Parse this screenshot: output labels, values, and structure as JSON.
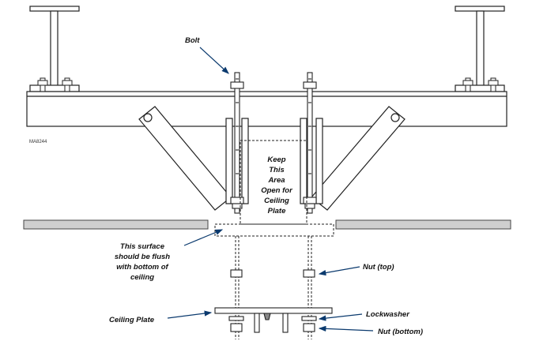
{
  "figure_code": "MA8244",
  "labels": {
    "bolt": "Bolt",
    "keep_open": [
      "Keep",
      "This",
      "Area",
      "Open for",
      "Ceiling",
      "Plate"
    ],
    "flush_note": [
      "This surface",
      "should be flush",
      "with bottom of",
      "ceiling"
    ],
    "nut_top": "Nut (top)",
    "lockwasher": "Lockwasher",
    "nut_bottom": "Nut (bottom)",
    "ceiling_plate": "Ceiling Plate"
  }
}
